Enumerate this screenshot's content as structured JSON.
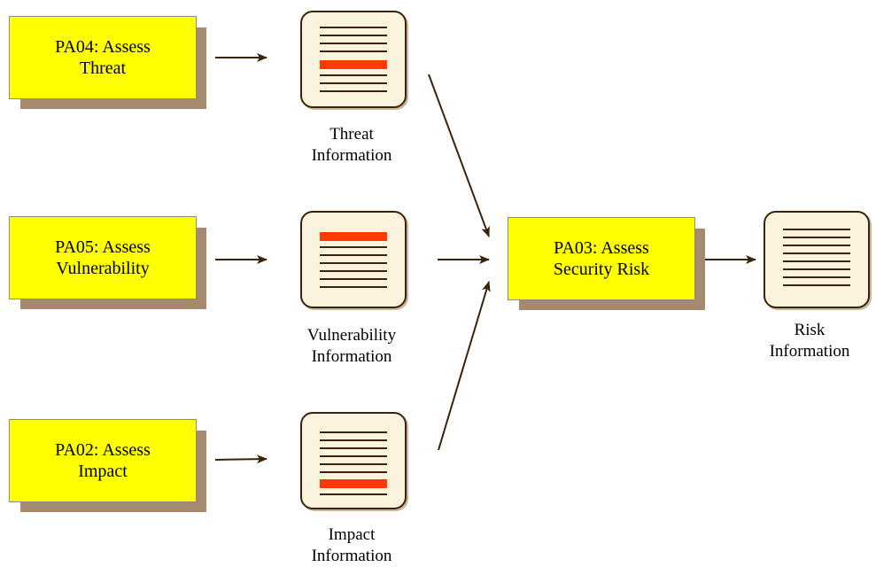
{
  "colors": {
    "box_fill": "#ffff00",
    "box_shadow": "#a58a6f",
    "doc_fill": "#fbf3dd",
    "doc_border": "#3b2208",
    "highlight": "#ff3a00",
    "arrow": "#3b2208"
  },
  "processes": {
    "pa04": {
      "line1": "PA04: Assess",
      "line2": "Threat"
    },
    "pa05": {
      "line1": "PA05: Assess",
      "line2": "Vulnerability"
    },
    "pa02": {
      "line1": "PA02: Assess",
      "line2": "Impact"
    },
    "pa03": {
      "line1": "PA03: Assess",
      "line2": "Security Risk"
    }
  },
  "documents": {
    "threat": {
      "line1": "Threat",
      "line2": "Information",
      "icon": "document-icon",
      "highlight": "lower"
    },
    "vulnerability": {
      "line1": "Vulnerability",
      "line2": "Information",
      "icon": "document-icon",
      "highlight": "top"
    },
    "impact": {
      "line1": "Impact",
      "line2": "Information",
      "icon": "document-icon",
      "highlight": "bottom"
    },
    "risk": {
      "line1": "Risk",
      "line2": "Information",
      "icon": "document-icon",
      "highlight": "none"
    }
  }
}
